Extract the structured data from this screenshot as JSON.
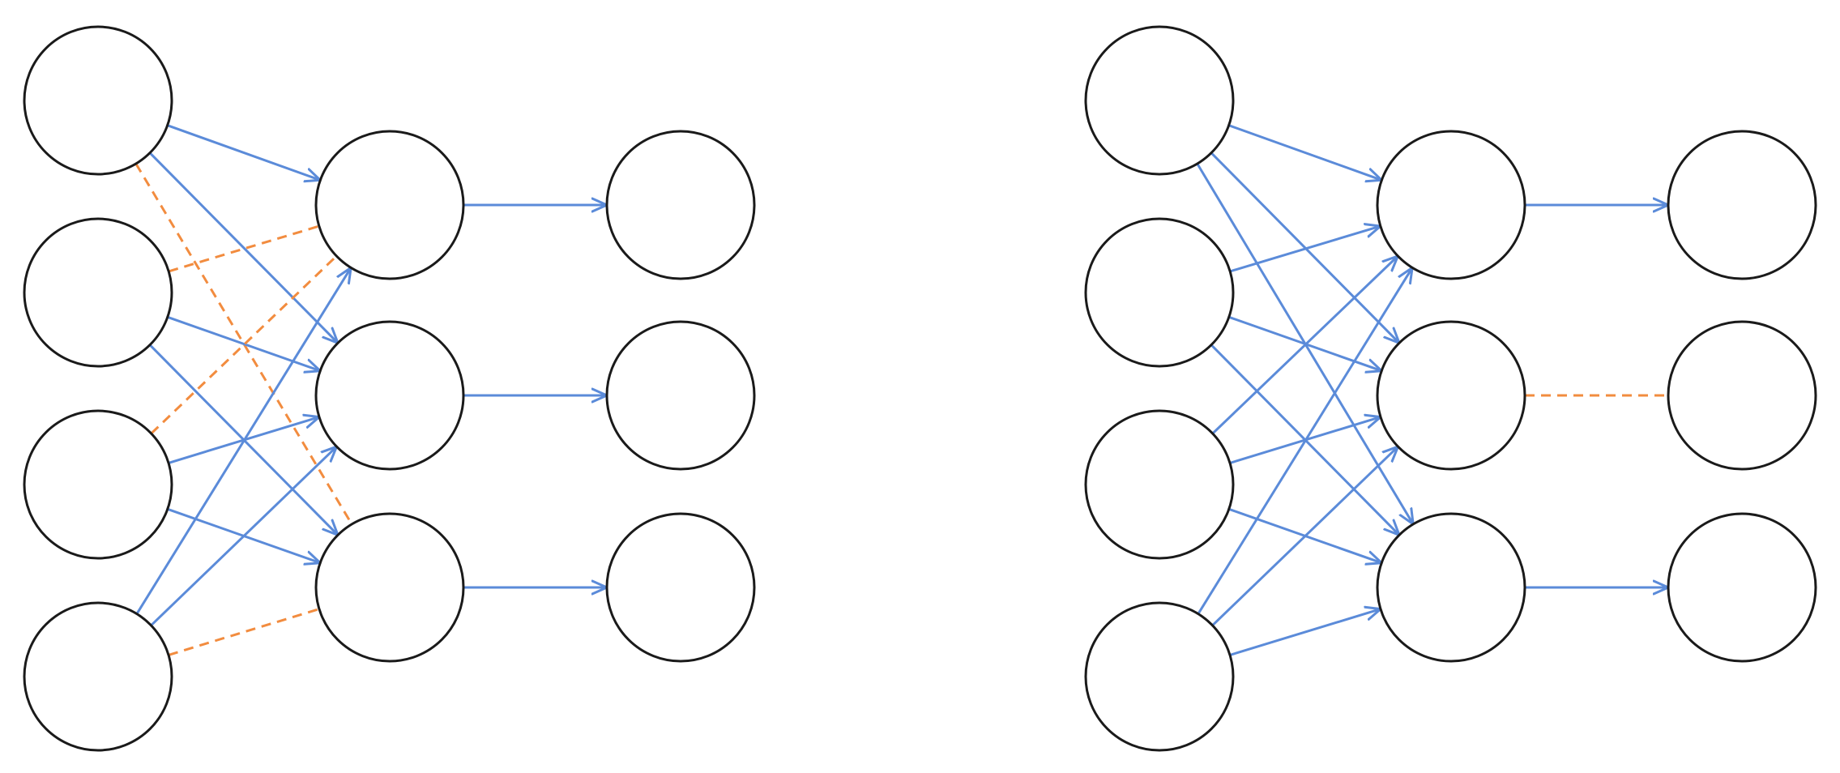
{
  "colors": {
    "background": "#ffffff",
    "node_stroke": "#1a1a1a",
    "kept_edge": "#5b8bd9",
    "dropped_edge": "#f28c3f"
  },
  "diagrams": [
    {
      "id": "left",
      "layers": [
        4,
        3,
        3
      ],
      "edges": [
        {
          "from": [
            0,
            0
          ],
          "to": [
            1,
            0
          ],
          "style": "solid"
        },
        {
          "from": [
            0,
            0
          ],
          "to": [
            1,
            1
          ],
          "style": "solid"
        },
        {
          "from": [
            0,
            0
          ],
          "to": [
            1,
            2
          ],
          "style": "dashed"
        },
        {
          "from": [
            0,
            1
          ],
          "to": [
            1,
            0
          ],
          "style": "dashed"
        },
        {
          "from": [
            0,
            1
          ],
          "to": [
            1,
            1
          ],
          "style": "solid"
        },
        {
          "from": [
            0,
            1
          ],
          "to": [
            1,
            2
          ],
          "style": "solid"
        },
        {
          "from": [
            0,
            2
          ],
          "to": [
            1,
            0
          ],
          "style": "dashed"
        },
        {
          "from": [
            0,
            2
          ],
          "to": [
            1,
            1
          ],
          "style": "solid"
        },
        {
          "from": [
            0,
            2
          ],
          "to": [
            1,
            2
          ],
          "style": "solid"
        },
        {
          "from": [
            0,
            3
          ],
          "to": [
            1,
            0
          ],
          "style": "solid"
        },
        {
          "from": [
            0,
            3
          ],
          "to": [
            1,
            1
          ],
          "style": "solid"
        },
        {
          "from": [
            0,
            3
          ],
          "to": [
            1,
            2
          ],
          "style": "dashed"
        },
        {
          "from": [
            1,
            0
          ],
          "to": [
            2,
            0
          ],
          "style": "solid"
        },
        {
          "from": [
            1,
            1
          ],
          "to": [
            2,
            1
          ],
          "style": "solid"
        },
        {
          "from": [
            1,
            2
          ],
          "to": [
            2,
            2
          ],
          "style": "solid"
        }
      ]
    },
    {
      "id": "right",
      "layers": [
        4,
        3,
        3
      ],
      "edges": [
        {
          "from": [
            0,
            0
          ],
          "to": [
            1,
            0
          ],
          "style": "solid"
        },
        {
          "from": [
            0,
            0
          ],
          "to": [
            1,
            1
          ],
          "style": "solid"
        },
        {
          "from": [
            0,
            0
          ],
          "to": [
            1,
            2
          ],
          "style": "solid"
        },
        {
          "from": [
            0,
            1
          ],
          "to": [
            1,
            0
          ],
          "style": "solid"
        },
        {
          "from": [
            0,
            1
          ],
          "to": [
            1,
            1
          ],
          "style": "solid"
        },
        {
          "from": [
            0,
            1
          ],
          "to": [
            1,
            2
          ],
          "style": "solid"
        },
        {
          "from": [
            0,
            2
          ],
          "to": [
            1,
            0
          ],
          "style": "solid"
        },
        {
          "from": [
            0,
            2
          ],
          "to": [
            1,
            1
          ],
          "style": "solid"
        },
        {
          "from": [
            0,
            2
          ],
          "to": [
            1,
            2
          ],
          "style": "solid"
        },
        {
          "from": [
            0,
            3
          ],
          "to": [
            1,
            0
          ],
          "style": "solid"
        },
        {
          "from": [
            0,
            3
          ],
          "to": [
            1,
            1
          ],
          "style": "solid"
        },
        {
          "from": [
            0,
            3
          ],
          "to": [
            1,
            2
          ],
          "style": "solid"
        },
        {
          "from": [
            1,
            0
          ],
          "to": [
            2,
            0
          ],
          "style": "solid"
        },
        {
          "from": [
            1,
            1
          ],
          "to": [
            2,
            1
          ],
          "style": "dashed"
        },
        {
          "from": [
            1,
            2
          ],
          "to": [
            2,
            2
          ],
          "style": "solid"
        }
      ]
    }
  ]
}
